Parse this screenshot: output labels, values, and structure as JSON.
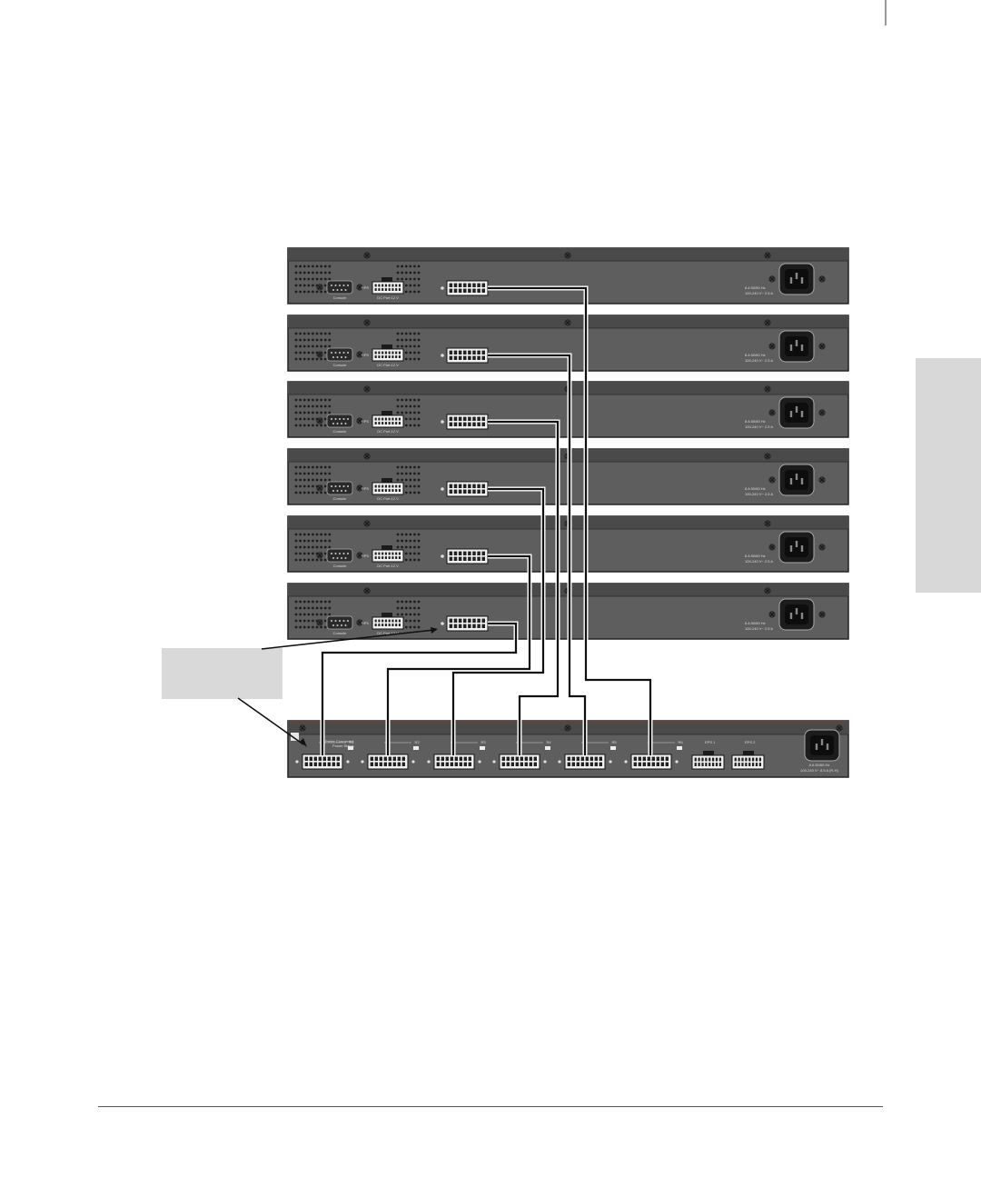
{
  "colors": {
    "chassis": "#5e5e5e",
    "chassis_top": "#4a4a4a",
    "side_tab": "#d8d8d8",
    "callout": "#d9d9d9",
    "cable": "#111111"
  },
  "switches": [
    {
      "console_label": "Console",
      "rps_label": "RPS",
      "port_label": "DC Port 12 V",
      "power_label_1": "8 A  50/60 Hz",
      "power_label_2": "100-240 V~ 2.5 A"
    },
    {
      "console_label": "Console",
      "rps_label": "RPS",
      "port_label": "DC Port 12 V",
      "power_label_1": "8 A  50/60 Hz",
      "power_label_2": "100-240 V~ 2.5 A"
    },
    {
      "console_label": "Console",
      "rps_label": "RPS",
      "port_label": "DC Port 12 V",
      "power_label_1": "8 A  50/60 Hz",
      "power_label_2": "100-240 V~ 2.5 A"
    },
    {
      "console_label": "Console",
      "rps_label": "RPS",
      "port_label": "DC Port 12 V",
      "power_label_1": "8 A  50/60 Hz",
      "power_label_2": "100-240 V~ 2.5 A"
    },
    {
      "console_label": "Console",
      "rps_label": "RPS",
      "port_label": "DC Port 12 V",
      "power_label_1": "8 A  50/60 Hz",
      "power_label_2": "100-240 V~ 2.5 A"
    },
    {
      "console_label": "Console",
      "rps_label": "RPS",
      "port_label": "DC Port 12 V",
      "power_label_1": "8 A  50/60 Hz",
      "power_label_2": "100-240 V~ 2.5 A"
    }
  ],
  "rps_unit": {
    "ports": [
      "R1",
      "R2",
      "R3",
      "R4",
      "R5",
      "R6"
    ],
    "eps_ports": [
      "EPS 1",
      "EPS 2"
    ],
    "status_label": "Power Status",
    "priority_label": "Prefer Connected",
    "power_label_1": "8 A  50/60 Hz",
    "power_label_2": "100-240 V~ 8.5 A (R-H)"
  }
}
